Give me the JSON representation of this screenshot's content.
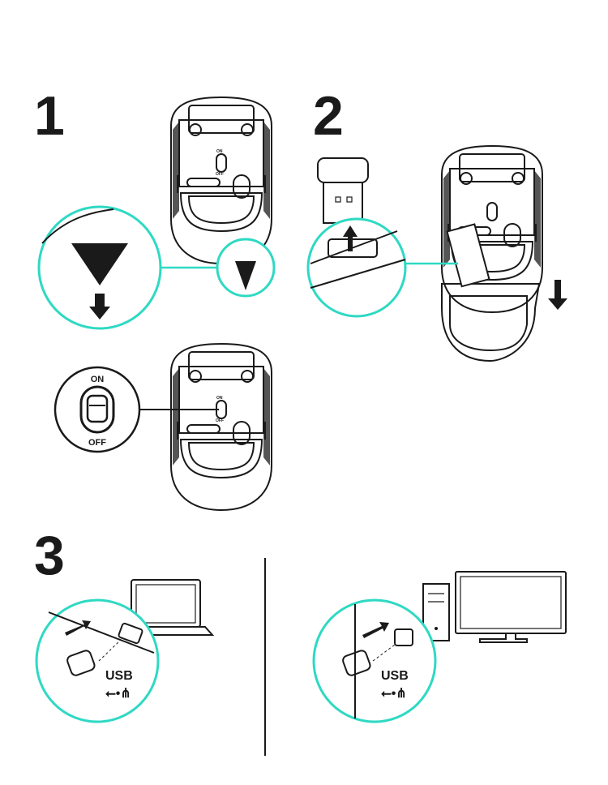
{
  "steps": {
    "one": "1",
    "two": "2",
    "three": "3"
  },
  "switch_callout": {
    "on": "ON",
    "off": "OFF"
  },
  "mouse_labels": {
    "on": "ON",
    "off": "OFF"
  },
  "usb": {
    "laptop_label": "USB",
    "desktop_label": "USB"
  },
  "colors": {
    "accent": "#2ed9c3",
    "ink": "#1a1a1a"
  }
}
